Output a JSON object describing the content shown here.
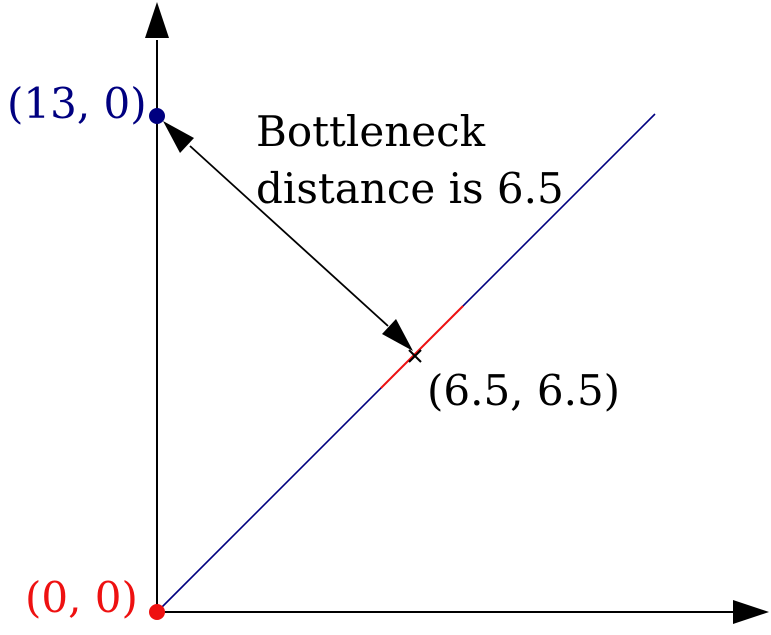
{
  "points": {
    "origin": {
      "label": "(0, 0)",
      "color": "#ee1111"
    },
    "top": {
      "label": "(13, 0)",
      "color": "#000080"
    },
    "mid": {
      "label": "(6.5, 6.5)",
      "color": "#000000"
    }
  },
  "annotation": {
    "line1": "Bottleneck",
    "line2": "distance is 6.5"
  },
  "colors": {
    "axis": "#000000",
    "diagonal": "#000080",
    "diagonal_highlight": "#ee1111",
    "arrow": "#000000"
  }
}
